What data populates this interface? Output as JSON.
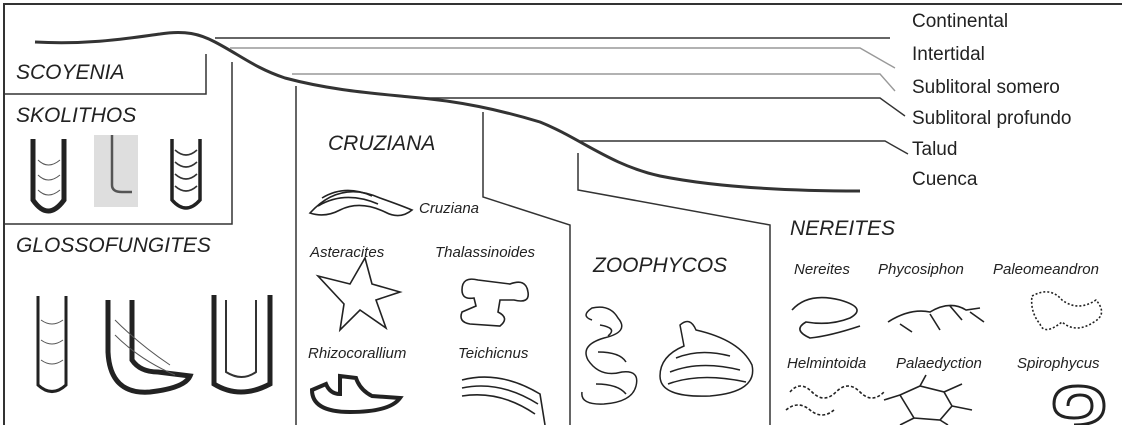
{
  "zones": [
    "Continental",
    "Intertidal",
    "Sublitoral somero",
    "Sublitoral profundo",
    "Talud",
    "Cuenca"
  ],
  "ichnofacies": {
    "scoyenia": "SCOYENIA",
    "skolithos": "SKOLITHOS",
    "glossofungites": "GLOSSOFUNGITES",
    "cruziana": "CRUZIANA",
    "zoophycos": "ZOOPHYCOS",
    "nereites": "NEREITES"
  },
  "genera": {
    "cruziana": "Cruziana",
    "asteracites": "Asteracites",
    "thalassinoides": "Thalassinoides",
    "rhizocorallium": "Rhizocorallium",
    "teichicnus": "Teichicnus",
    "nereites": "Nereites",
    "phycosiphon": "Phycosiphon",
    "paleomeandron": "Paleomeandron",
    "helmintoida": "Helmintoida",
    "palaedyction": "Palaedyction",
    "spirophycus": "Spirophycus"
  },
  "colors": {
    "ink": "#222222",
    "zone_line": "#8a8a8a",
    "background": "#ffffff",
    "stipple": "#d8d8d8"
  }
}
